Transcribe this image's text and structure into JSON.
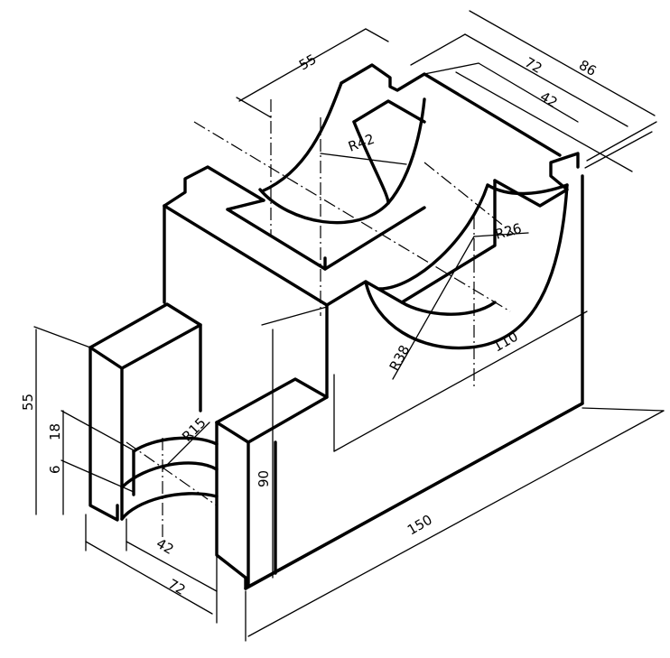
{
  "dimensions": {
    "d55_top": "55",
    "d72_top": "72",
    "d86": "86",
    "d42_top": "42",
    "r42": "R42",
    "r26": "R26",
    "r38": "R38",
    "d110": "110",
    "d90": "90",
    "d150": "150",
    "d55_left": "55",
    "d18": "18",
    "d6": "6",
    "r15": "R15",
    "d42_bottom": "42",
    "d72_bottom": "72"
  }
}
